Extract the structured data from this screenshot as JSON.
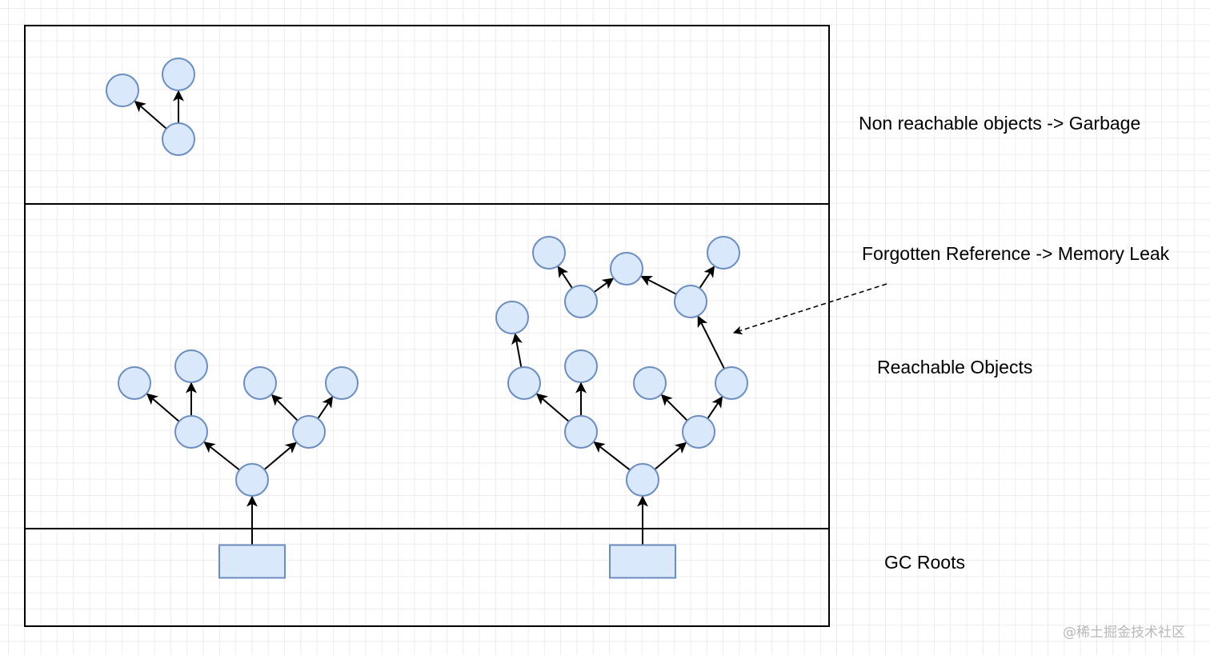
{
  "labels": {
    "garbage": "Non reachable objects -> Garbage",
    "memory_leak": "Forgotten Reference -> Memory Leak",
    "reachable": "Reachable Objects",
    "gc_roots": "GC Roots"
  },
  "watermark": "@稀土掘金技术社区",
  "colors": {
    "node_fill": "#dae8fc",
    "node_stroke": "#6c8ebf",
    "edge": "#000000",
    "grid": "#ececec"
  }
}
